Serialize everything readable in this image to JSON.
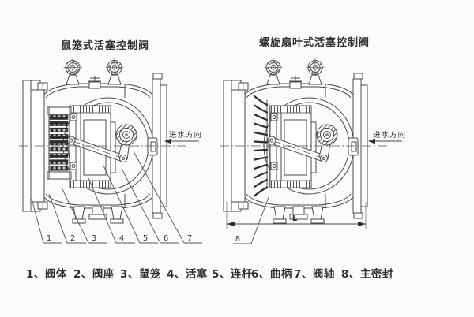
{
  "titles": {
    "left": "鼠笼式活塞控制阀",
    "right": "螺旋扇叶式活塞控制阀"
  },
  "flow_direction": {
    "left": "进水方向",
    "right": "进水方向"
  },
  "callouts": {
    "left": [
      "1",
      "2",
      "3",
      "4",
      "5",
      "6",
      "7"
    ],
    "seal": "8"
  },
  "dimension": {
    "length_label": "L"
  },
  "legend": {
    "items": [
      "1、阀体",
      "2、阀座",
      "3、鼠笼",
      "4、活塞",
      "5、连杆",
      "6、曲柄",
      "7、阀轴",
      "8、主密封"
    ]
  },
  "colors": {
    "background": "#fbfbfb",
    "line": "#4a4a4a",
    "dark_detail": "#2e2e2e",
    "text": "#2f2f2f"
  }
}
